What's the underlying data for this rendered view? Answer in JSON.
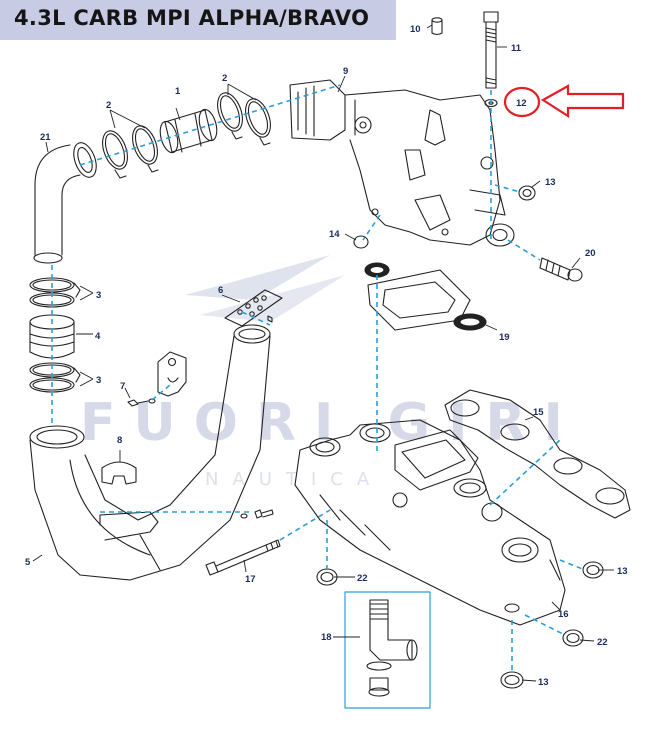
{
  "title": "4.3L CARB MPI ALPHA/BRAVO",
  "watermark": {
    "main": "FUORI GIRI",
    "sub": "NAUTICA"
  },
  "colors": {
    "title_bg": "#c7cbe4",
    "callout": "#1a2b5c",
    "highlight": "#e31e24",
    "leader": "#2a9fd6",
    "line": "#222222"
  },
  "parts": {
    "p1": "1",
    "p2a": "2",
    "p2b": "2",
    "p3a": "3",
    "p3b": "3",
    "p4": "4",
    "p5": "5",
    "p6": "6",
    "p7": "7",
    "p8": "8",
    "p9": "9",
    "p10": "10",
    "p11": "11",
    "p12": "12",
    "p13a": "13",
    "p13b": "13",
    "p13c": "13",
    "p14": "14",
    "p15": "15",
    "p16": "16",
    "p17": "17",
    "p18": "18",
    "p19": "19",
    "p20": "20",
    "p21": "21",
    "p22a": "22",
    "p22b": "22"
  }
}
